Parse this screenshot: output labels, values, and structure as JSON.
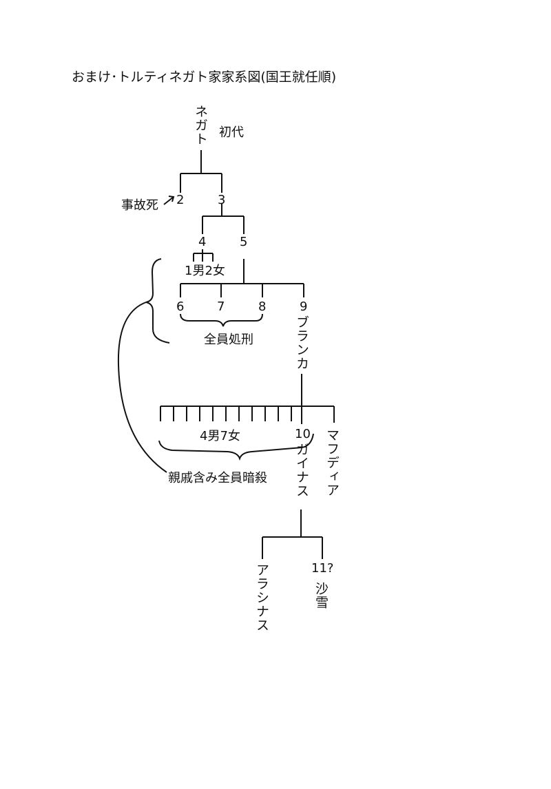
{
  "title": "おまけ･トルティネガト家家系図(国王就任順)",
  "members": {
    "founder_name": "ネガト",
    "founder_note": "初代",
    "k2": "2",
    "k2_note": "事故死",
    "k3": "3",
    "k4": "4",
    "k5": "5",
    "k4_children": "1男2女",
    "k6": "6",
    "k7": "7",
    "k8": "8",
    "k6_8_note": "全員処刑",
    "k9": "9",
    "k9_name": "ブランカ",
    "k9_children": "4男7女",
    "k10": "10",
    "k10_name": "ガイナス",
    "mafudia": "マフディア",
    "relatives_note": "親戚含み全員暗殺",
    "arashinasu": "アラシナス",
    "k11": "11?",
    "k11_name": "沙雪"
  }
}
